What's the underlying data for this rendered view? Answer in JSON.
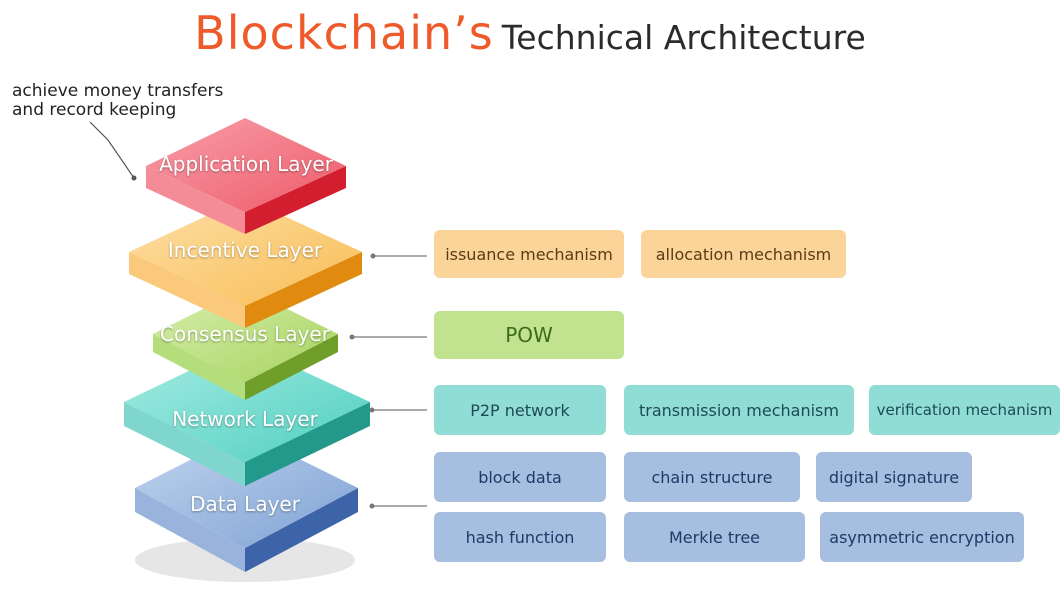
{
  "title": {
    "main": "Blockchain’s",
    "sub": "Technical Architecture"
  },
  "note": {
    "line1": "achieve money transfers",
    "line2": "and record keeping"
  },
  "layers": {
    "application": "Application Layer",
    "incentive": "Incentive Layer",
    "consensus": "Consensus Layer",
    "network": "Network Layer",
    "data": "Data Layer"
  },
  "incentive_items": [
    "issuance mechanism",
    "allocation mechanism"
  ],
  "consensus_items": [
    "POW"
  ],
  "network_items": [
    "P2P network",
    "transmission mechanism",
    "verification mechanism"
  ],
  "data_items": [
    "block data",
    "chain structure",
    "digital signature",
    "hash function",
    "Merkle tree",
    "asymmetric encryption"
  ],
  "colors": {
    "application": "#e8283b",
    "incentive": "#f5a623",
    "consensus": "#8cc43e",
    "network": "#2fbfae",
    "data": "#4a78b8",
    "title_accent": "#ee5a2a"
  }
}
